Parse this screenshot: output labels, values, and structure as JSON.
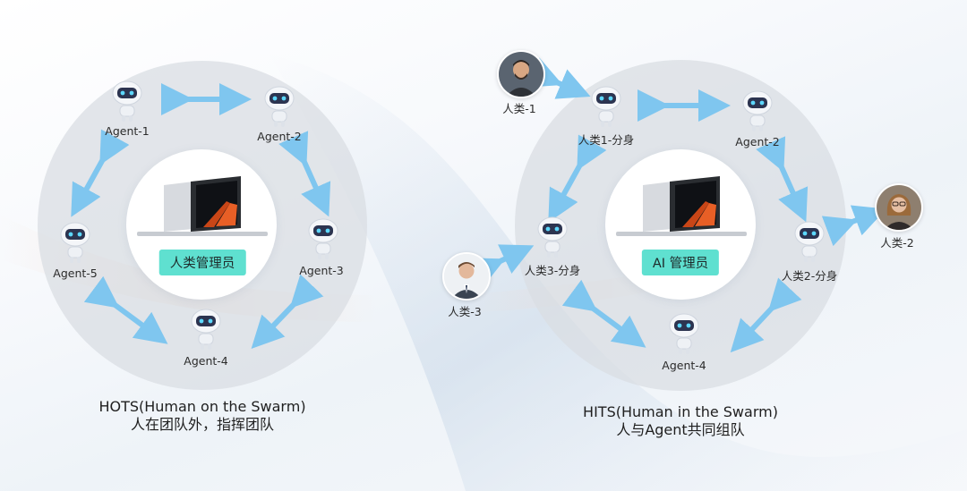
{
  "left_diagram": {
    "agents": [
      "Agent-1",
      "Agent-2",
      "Agent-3",
      "Agent-4",
      "Agent-5"
    ],
    "admin_label": "人类管理员",
    "caption_line1": "HOTS(Human on the Swarm)",
    "caption_line2": "人在团队外，指挥团队"
  },
  "right_diagram": {
    "agents": [
      "人类1-分身",
      "Agent-2",
      "人类2-分身",
      "Agent-4",
      "人类3-分身"
    ],
    "humans": [
      "人类-1",
      "人类-2",
      "人类-3"
    ],
    "admin_label": "AI 管理员",
    "caption_line1": "HITS(Human in the Swarm)",
    "caption_line2": "人与Agent共同组队"
  },
  "colors": {
    "ring": "#d9dde3",
    "arrow": "#7fc6ef",
    "badge": "#5fe0d0"
  },
  "icons": {
    "agent": "robot-icon",
    "center": "laptop-icon",
    "human": "person-avatar-icon"
  }
}
